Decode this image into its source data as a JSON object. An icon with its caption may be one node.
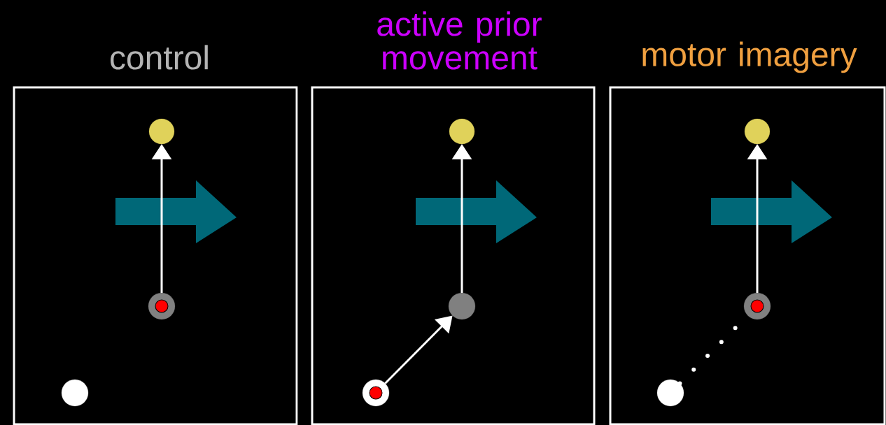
{
  "diagram": {
    "nodes": [
      {
        "text": [
          "control"
        ]
      },
      {
        "text": [],
        "shape": "circle",
        "in": 0
      },
      {
        "text": [],
        "shape": "circle",
        "in": 0
      },
      {
        "text": [],
        "shape": "circle",
        "in": 2
      },
      {
        "text": [],
        "shape": "circle",
        "in": 0
      },
      {
        "text": [
          "active prior movement"
        ]
      },
      {
        "text": [],
        "shape": "circle",
        "in": 5
      },
      {
        "text": [],
        "shape": "circle",
        "in": 5
      },
      {
        "text": [],
        "shape": "circle",
        "in": 5
      },
      {
        "text": [],
        "shape": "circle",
        "in": 8
      },
      {
        "text": [
          "motor imagery"
        ]
      },
      {
        "text": [],
        "shape": "circle",
        "in": 10
      },
      {
        "text": [],
        "shape": "circle",
        "in": 10
      },
      {
        "text": [],
        "shape": "circle",
        "in": 12
      },
      {
        "text": [],
        "shape": "circle",
        "in": 10
      }
    ],
    "edges": [
      {
        "from": 2,
        "to": 1,
        "arrow": "to"
      },
      {
        "from": 7,
        "to": 6,
        "arrow": "to"
      },
      {
        "from": 8,
        "to": 7,
        "arrow": "to"
      },
      {
        "from": 12,
        "to": 11,
        "arrow": "to"
      },
      {
        "from": 14,
        "to": 12,
        "arrow": "none",
        "style": "dashed"
      }
    ]
  }
}
